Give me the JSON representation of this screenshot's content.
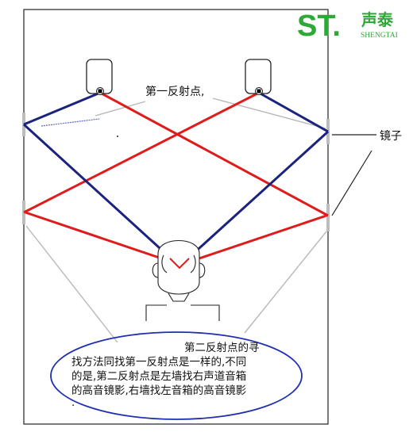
{
  "logo": {
    "mark": "ST.",
    "brand_cn": "声泰",
    "brand_en": "SHENGTAI",
    "color": "#2ea836"
  },
  "labels": {
    "first_reflection": "第一反射点,",
    "mirror": "镜子",
    "second_reflection_lines": [
      "第二反射点的寻",
      "找方法同找第一反射点是一样的,不同",
      "的是,第二反射点是左墙找右声道音箱",
      "的高音镜影,右墙找左音箱的高音镜影",
      "."
    ]
  },
  "colors": {
    "first_reflection_path": "#1a237e",
    "second_reflection_path": "#e01b1b",
    "pointer_line": "#b8b8b8",
    "mirror_mark": "#bdbdbd",
    "ellipse_outline": "#1f2fb0",
    "room_outline": "#222222"
  }
}
